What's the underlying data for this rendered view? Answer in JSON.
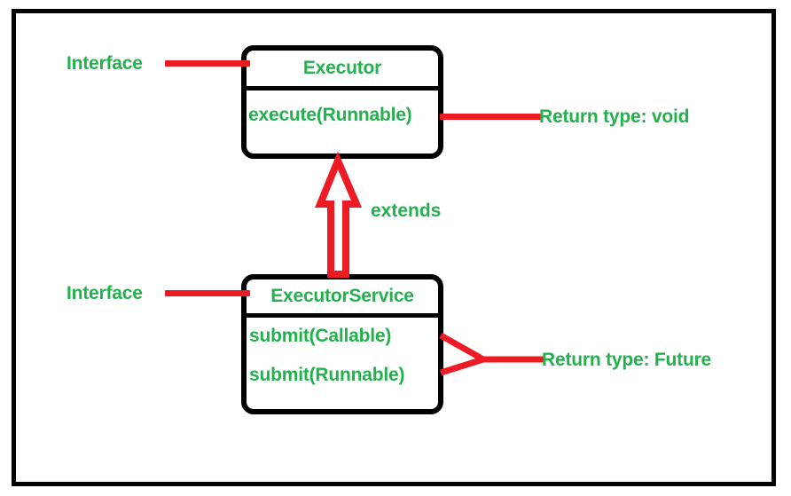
{
  "diagram": {
    "type": "uml-class-diagram",
    "colors": {
      "text_green": "#22b14c",
      "annotation_red": "#ed1c24",
      "box_border": "#000000",
      "background": "#ffffff"
    },
    "classes": [
      {
        "id": "executor",
        "name": "Executor",
        "stereotype_label": "Interface",
        "methods": [
          {
            "signature": "execute(Runnable)",
            "return_annotation": "Return type: void"
          }
        ]
      },
      {
        "id": "executor-service",
        "name": "ExecutorService",
        "stereotype_label": "Interface",
        "methods": [
          {
            "signature": "submit(Callable)",
            "return_annotation": "Return type: Future"
          },
          {
            "signature": "submit(Runnable)",
            "return_annotation": "Return type: Future"
          }
        ]
      }
    ],
    "relationship": {
      "label": "extends",
      "kind": "generalization",
      "from": "ExecutorService",
      "to": "Executor"
    },
    "annotations": {
      "interface_top": "Interface",
      "interface_bottom": "Interface",
      "return_void": "Return type: void",
      "return_future": "Return type: Future"
    }
  }
}
